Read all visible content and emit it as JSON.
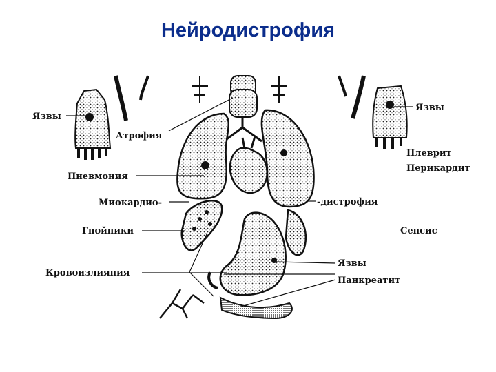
{
  "title": "Нейродистрофия",
  "colors": {
    "title": "#0b2d8c",
    "ink": "#111111"
  },
  "labels": {
    "ulcers_left": "Язвы",
    "atrophy": "Атрофия",
    "pneumonia": "Пневмония",
    "myocardio": "Миокардио-",
    "abscesses": "Гнойники",
    "hemorrhages": "Кровоизлияния",
    "ulcers_right": "Язвы",
    "pleurisy": "Плеврит",
    "pericarditis": "Перикардит",
    "dystrophy": "-дистрофия",
    "sepsis": "Сепсис",
    "ulcers_stomach": "Язвы",
    "pancreatitis": "Панкреатит"
  }
}
